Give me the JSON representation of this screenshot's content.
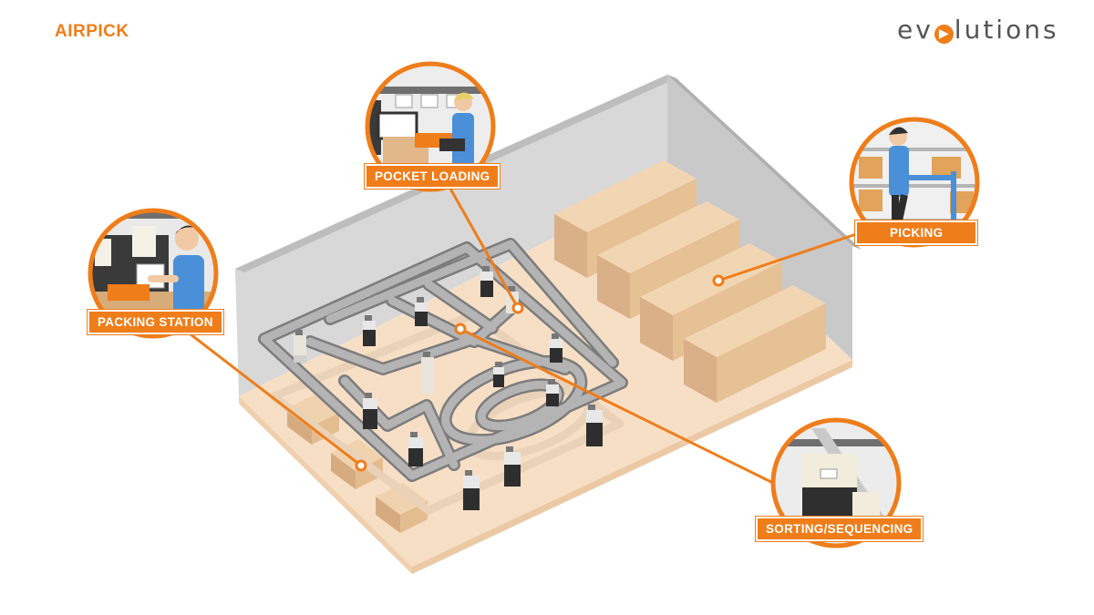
{
  "header": {
    "title": "AIRPICK",
    "logo_before": "ev",
    "logo_after": "lutions",
    "logo_text": "evolutions"
  },
  "colors": {
    "accent": "#ef7d1a",
    "floor": "#f7dfc6",
    "wall": "#d6d6d6",
    "box": "#e6c193",
    "track": "#9e9e9e"
  },
  "stations": [
    {
      "id": "packing-station",
      "label": "PACKING STATION"
    },
    {
      "id": "pocket-loading",
      "label": "POCKET LOADING"
    },
    {
      "id": "picking",
      "label": "PICKING"
    },
    {
      "id": "sorting-sequencing",
      "label": "SORTING/SEQUENCING"
    }
  ]
}
